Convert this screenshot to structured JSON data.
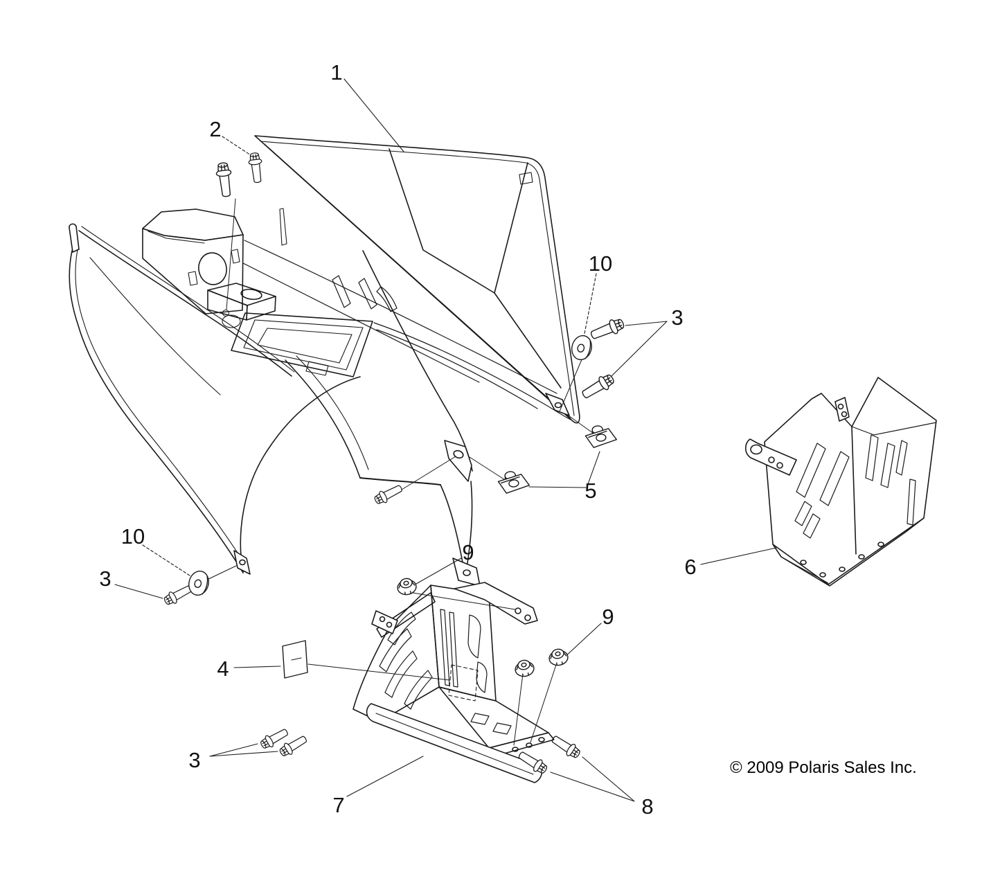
{
  "page": {
    "background": "#ffffff",
    "ink": "#1a1a1a"
  },
  "diagram": {
    "type": "exploded-parts-diagram",
    "callouts": [
      {
        "label": "1"
      },
      {
        "label": "2"
      },
      {
        "label": "10"
      },
      {
        "label": "3"
      },
      {
        "label": "5"
      },
      {
        "label": "6"
      },
      {
        "label": "10"
      },
      {
        "label": "3"
      },
      {
        "label": "9"
      },
      {
        "label": "9"
      },
      {
        "label": "4"
      },
      {
        "label": "3"
      },
      {
        "label": "7"
      },
      {
        "label": "8"
      }
    ],
    "copyright": "© 2009 Polaris Sales Inc."
  }
}
